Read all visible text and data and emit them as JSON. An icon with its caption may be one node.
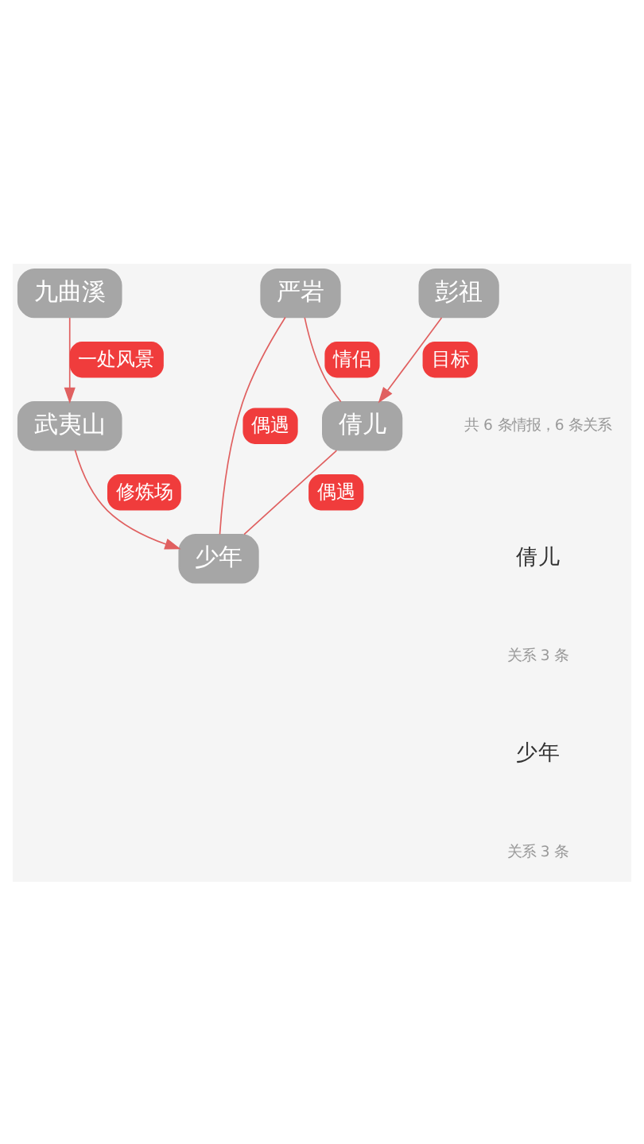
{
  "diagram": {
    "nodes": [
      {
        "text": [
          "九曲溪"
        ]
      },
      {
        "text": [
          "武夷山"
        ]
      },
      {
        "text": [
          "严岩"
        ]
      },
      {
        "text": [
          "倩儿"
        ]
      },
      {
        "text": [
          "少年"
        ]
      },
      {
        "text": [
          "彭祖"
        ]
      }
    ],
    "edges": [
      {
        "from": 0,
        "to": 1,
        "arrow": "to",
        "label": "一处风景"
      },
      {
        "from": 2,
        "to": 3,
        "arrow": "none",
        "label": "情侣"
      },
      {
        "from": 2,
        "to": 4,
        "arrow": "none",
        "label": "偶遇"
      },
      {
        "from": 1,
        "to": 4,
        "arrow": "to",
        "label": "修炼场"
      },
      {
        "from": 3,
        "to": 4,
        "arrow": "none",
        "label": "偶遇"
      },
      {
        "from": 5,
        "to": 3,
        "arrow": "to",
        "label": "目标"
      }
    ],
    "labels": [
      "共 6 条情报，6 条关系",
      "倩儿",
      "关系 3 条",
      "少年",
      "关系 3 条"
    ]
  }
}
